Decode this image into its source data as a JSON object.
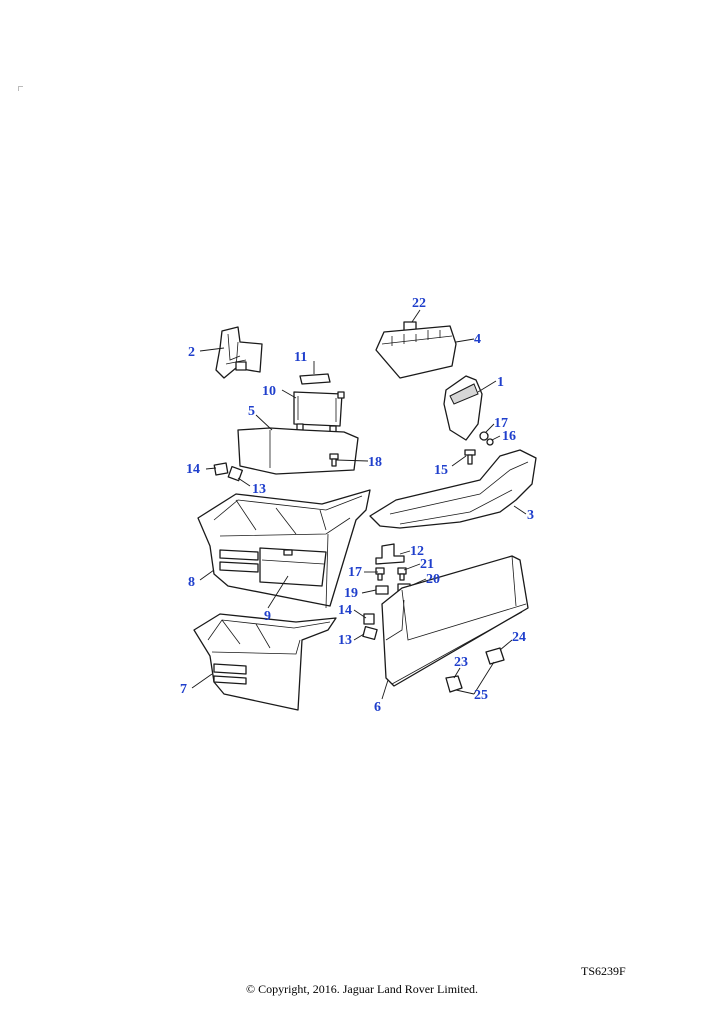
{
  "diagram": {
    "callouts": [
      {
        "id": "c1",
        "label": "1"
      },
      {
        "id": "c2",
        "label": "2"
      },
      {
        "id": "c3",
        "label": "3"
      },
      {
        "id": "c4",
        "label": "4"
      },
      {
        "id": "c5",
        "label": "5"
      },
      {
        "id": "c6",
        "label": "6"
      },
      {
        "id": "c7",
        "label": "7"
      },
      {
        "id": "c8",
        "label": "8"
      },
      {
        "id": "c9",
        "label": "9"
      },
      {
        "id": "c10",
        "label": "10"
      },
      {
        "id": "c11",
        "label": "11"
      },
      {
        "id": "c12",
        "label": "12"
      },
      {
        "id": "c13a",
        "label": "13"
      },
      {
        "id": "c13b",
        "label": "13"
      },
      {
        "id": "c14a",
        "label": "14"
      },
      {
        "id": "c14b",
        "label": "14"
      },
      {
        "id": "c15",
        "label": "15"
      },
      {
        "id": "c16",
        "label": "16"
      },
      {
        "id": "c17a",
        "label": "17"
      },
      {
        "id": "c17b",
        "label": "17"
      },
      {
        "id": "c18",
        "label": "18"
      },
      {
        "id": "c19",
        "label": "19"
      },
      {
        "id": "c20",
        "label": "20"
      },
      {
        "id": "c21",
        "label": "21"
      },
      {
        "id": "c22",
        "label": "22"
      },
      {
        "id": "c23",
        "label": "23"
      },
      {
        "id": "c24",
        "label": "24"
      },
      {
        "id": "c25",
        "label": "25"
      }
    ],
    "callout_color": "#1f3fcc"
  },
  "footer": {
    "reference_code": "TS6239F",
    "copyright": "© Copyright, 2016. Jaguar Land Rover Limited."
  }
}
